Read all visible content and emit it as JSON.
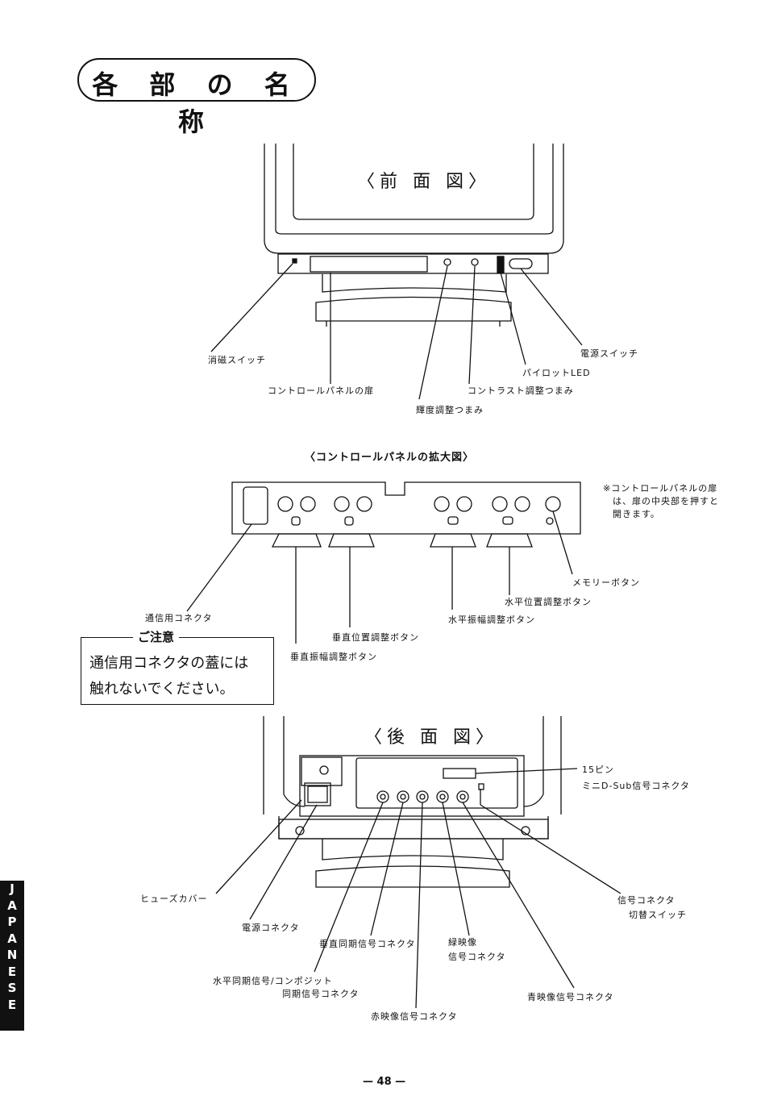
{
  "title": "各 部 の 名 称",
  "front": {
    "heading": "〈前 面 図〉",
    "labels": {
      "degauss": "消磁スイッチ",
      "panel_door": "コントロールパネルの扉",
      "brightness": "輝度調整つまみ",
      "contrast": "コントラスト調整つまみ",
      "pilot_led": "パイロットLED",
      "power_switch": "電源スイッチ"
    }
  },
  "panel": {
    "heading": "〈コントロールパネルの拡大図〉",
    "note": "※コントロールパネルの扉\n　は、扉の中央部を押すと\n　開きます。",
    "labels": {
      "comm_connector": "通信用コネクタ",
      "v_size": "垂直振幅調整ボタン",
      "v_position": "垂直位置調整ボタン",
      "h_size": "水平振幅調整ボタン",
      "h_position": "水平位置調整ボタン",
      "memory": "メモリーボタン"
    },
    "caution": {
      "title": "ご注意",
      "line1": "通信用コネクタの蓋には",
      "line2": "触れないでください。"
    }
  },
  "rear": {
    "heading": "〈後 面 図〉",
    "labels": {
      "mini_dsub_1": "15ピン",
      "mini_dsub_2": "ミニD-Sub信号コネクタ",
      "fuse_cover": "ヒューズカバー",
      "power_connector": "電源コネクタ",
      "v_sync": "垂直同期信号コネクタ",
      "green_1": "緑映像",
      "green_2": "信号コネクタ",
      "signal_switch_1": "信号コネクタ",
      "signal_switch_2": "切替スイッチ",
      "h_sync_1": "水平同期信号/コンポジット",
      "h_sync_2": "同期信号コネクタ",
      "blue": "青映像信号コネクタ",
      "red": "赤映像信号コネクタ"
    }
  },
  "side_tab": [
    "J",
    "A",
    "P",
    "A",
    "N",
    "E",
    "S",
    "E"
  ],
  "page_number": "— 48 —"
}
